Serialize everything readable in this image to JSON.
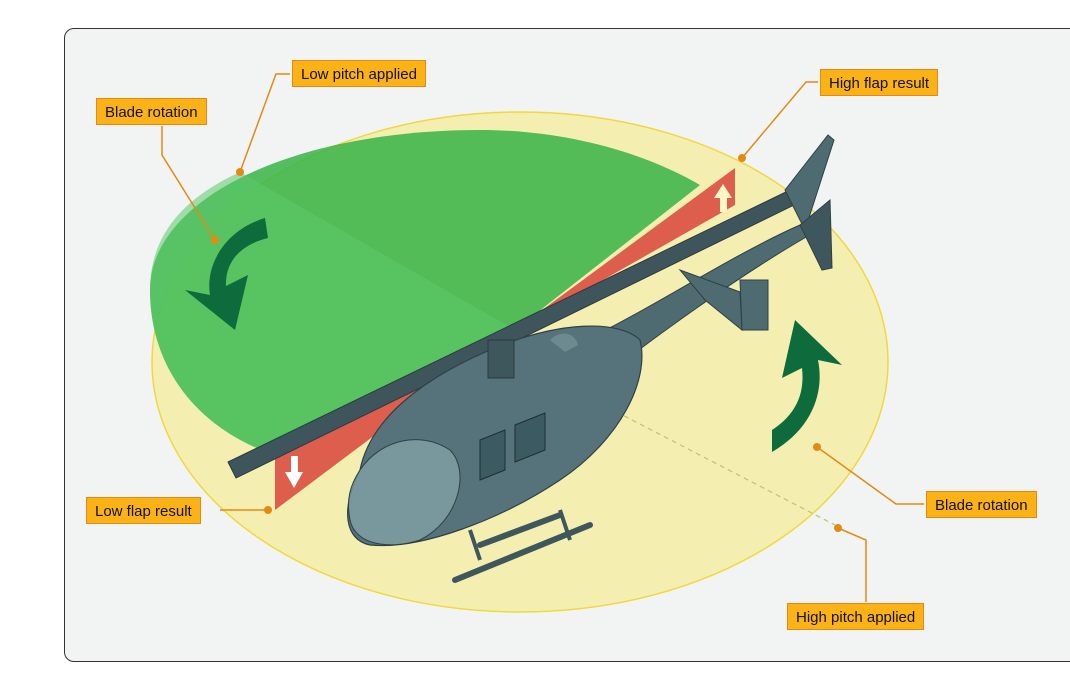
{
  "labels": {
    "low_pitch_applied": "Low pitch applied",
    "blade_rotation_left": "Blade rotation",
    "high_flap_result": "High flap result",
    "low_flap_result": "Low flap result",
    "blade_rotation_right": "Blade rotation",
    "high_pitch_applied": "High pitch applied"
  },
  "colors": {
    "label_fill": "#fbb217",
    "label_border": "#e48a12",
    "low_pitch_disc": "#3cb54a",
    "high_pitch_disc": "#f3ea9c",
    "flap_red": "#d8443c",
    "rotation_arrow": "#0e6b3c",
    "airframe": "#4f6b72"
  },
  "icons": [
    "rotation-arrow-icon",
    "flap-up-arrow-icon",
    "flap-down-arrow-icon"
  ]
}
